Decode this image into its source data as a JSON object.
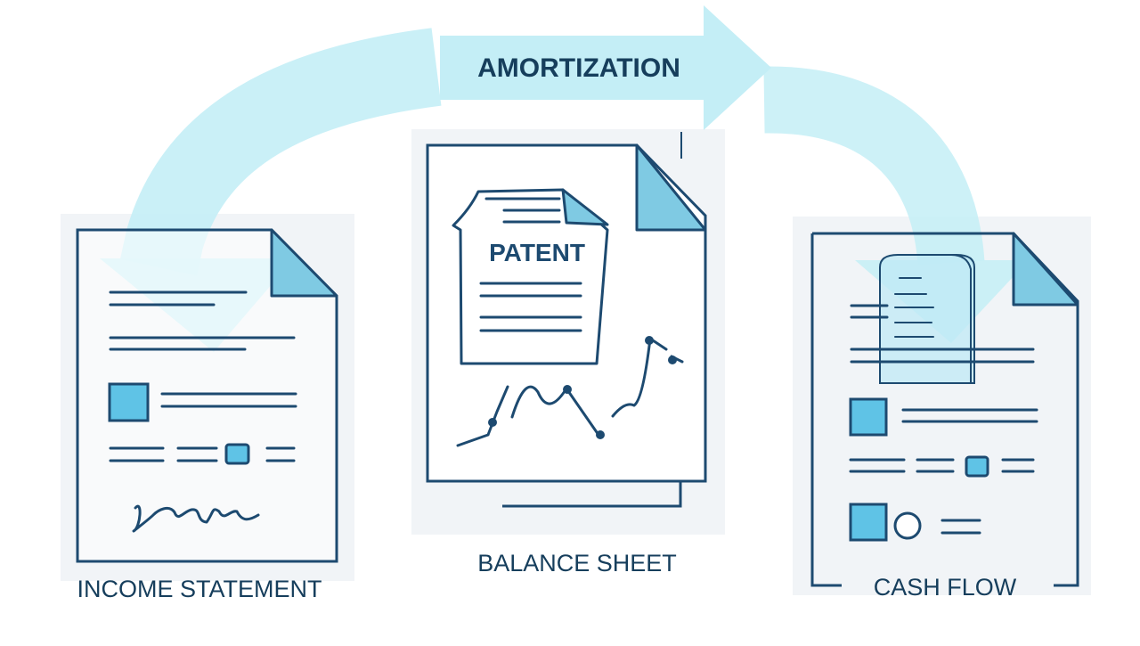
{
  "diagram": {
    "flow_label": "AMORTIZATION",
    "documents": [
      {
        "id": "income-statement",
        "label": "INCOME STATEMENT"
      },
      {
        "id": "balance-sheet",
        "label": "BALANCE SHEET",
        "inner_document": "PATENT"
      },
      {
        "id": "cash-flow",
        "label": "CASH FLOW"
      }
    ]
  },
  "colors": {
    "ink": "#1d4a70",
    "accent_light": "#c4eef6",
    "accent_mid": "#5fc3e6",
    "fold": "#7fcae3",
    "paper": "#ffffff",
    "shadow": "#f1f4f7"
  },
  "icons": [
    "document-icon",
    "patent-icon",
    "line-chart-icon",
    "signature-icon",
    "receipt-icon"
  ]
}
